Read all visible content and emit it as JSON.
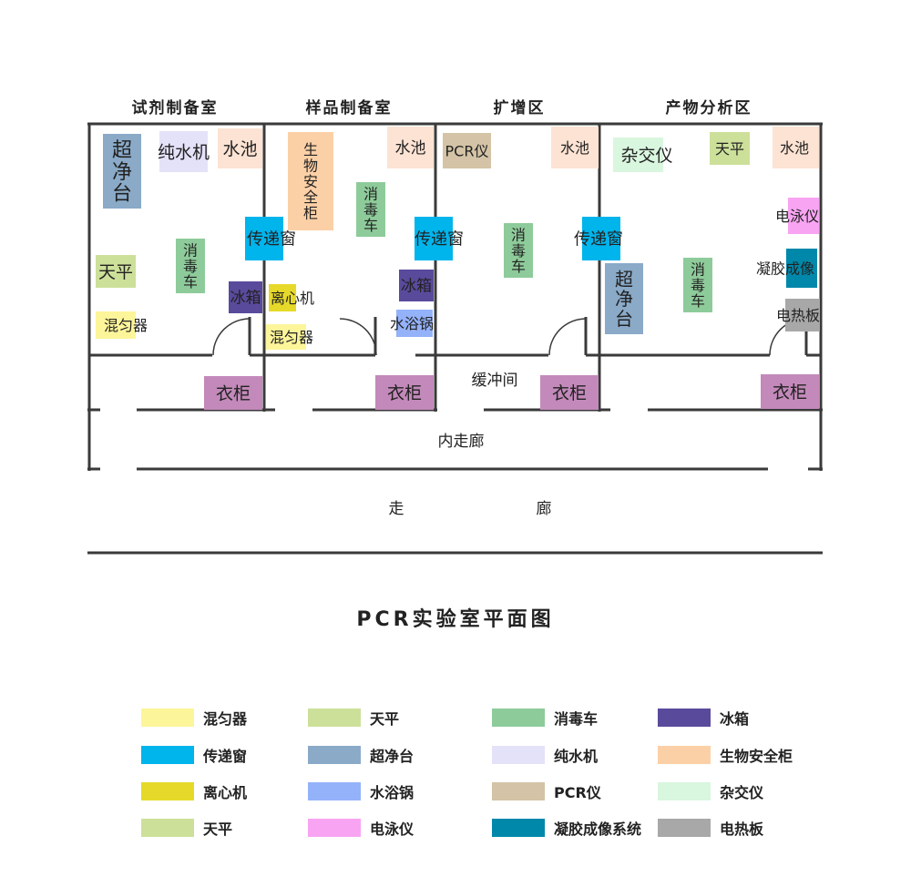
{
  "rooms": [
    {
      "id": "reagent",
      "title": "试剂制备室"
    },
    {
      "id": "sample",
      "title": "样品制备室"
    },
    {
      "id": "amplify",
      "title": "扩增区"
    },
    {
      "id": "analysis",
      "title": "产物分析区"
    }
  ],
  "areas": {
    "buffer": "缓冲间",
    "inner_corridor": "内走廊",
    "corridor_left": "走",
    "corridor_right": "廊"
  },
  "colors": {
    "mixer": "#fdf59a",
    "balance": "#cde09a",
    "disinfection_cart": "#8ecb9a",
    "fridge": "#5a4a9c",
    "pass_window": "#00b4ec",
    "clean_bench": "#8aaac8",
    "water_purifier": "#e4e2f8",
    "biosafety_cabinet": "#fcd0a6",
    "centrifuge": "#e6d92a",
    "water_bath": "#94b2fa",
    "pcr": "#d4c3a6",
    "hybridizer": "#d9f6df",
    "electrophoresis": "#f8a4f2",
    "gel_imaging": "#0088aa",
    "hot_plate": "#a8a8a8",
    "sink": "#fde3d3",
    "wardrobe": "#c389ba"
  },
  "equipment": [
    {
      "key": "chaojingtai1",
      "label": "超净台",
      "color_key": "clean_bench"
    },
    {
      "key": "chunshuiji",
      "label": "纯水机",
      "color_key": "water_purifier"
    },
    {
      "key": "shuichi1",
      "label": "水池",
      "color_key": "sink"
    },
    {
      "key": "tianping1",
      "label": "天平",
      "color_key": "balance"
    },
    {
      "key": "xiaoduche1",
      "label": "消毒车",
      "color_key": "disinfection_cart"
    },
    {
      "key": "bingxiang1",
      "label": "冰箱",
      "color_key": "fridge"
    },
    {
      "key": "hunyunqi1",
      "label": "混匀器",
      "color_key": "mixer"
    },
    {
      "key": "chuandichuang1",
      "label": "传递窗",
      "color_key": "pass_window"
    },
    {
      "key": "yigui1",
      "label": "衣柜",
      "color_key": "wardrobe"
    },
    {
      "key": "shengwuanquangui",
      "label": "生物安全柜",
      "color_key": "biosafety_cabinet"
    },
    {
      "key": "shuichi2",
      "label": "水池",
      "color_key": "sink"
    },
    {
      "key": "xiaoduche2",
      "label": "消毒车",
      "color_key": "disinfection_cart"
    },
    {
      "key": "bingxiang2",
      "label": "冰箱",
      "color_key": "fridge"
    },
    {
      "key": "lixinji",
      "label": "离心机",
      "color_key": "centrifuge"
    },
    {
      "key": "shuiyuguo",
      "label": "水浴锅",
      "color_key": "water_bath"
    },
    {
      "key": "hunyunqi2",
      "label": "混匀器",
      "color_key": "mixer"
    },
    {
      "key": "chuandichuang2",
      "label": "传递窗",
      "color_key": "pass_window"
    },
    {
      "key": "yigui2",
      "label": "衣柜",
      "color_key": "wardrobe"
    },
    {
      "key": "pcryi",
      "label": "PCR仪",
      "color_key": "pcr"
    },
    {
      "key": "shuichi3",
      "label": "水池",
      "color_key": "sink"
    },
    {
      "key": "xiaoduche3",
      "label": "消毒车",
      "color_key": "disinfection_cart"
    },
    {
      "key": "chuandichuang3",
      "label": "传递窗",
      "color_key": "pass_window"
    },
    {
      "key": "yigui3",
      "label": "衣柜",
      "color_key": "wardrobe"
    },
    {
      "key": "zajiaoyi",
      "label": "杂交仪",
      "color_key": "hybridizer"
    },
    {
      "key": "tianping2",
      "label": "天平",
      "color_key": "balance"
    },
    {
      "key": "shuichi4",
      "label": "水池",
      "color_key": "sink"
    },
    {
      "key": "dianyongyi",
      "label": "电泳仪",
      "color_key": "electrophoresis"
    },
    {
      "key": "ningjiao",
      "label": "凝胶成像",
      "color_key": "gel_imaging"
    },
    {
      "key": "dianreban",
      "label": "电热板",
      "color_key": "hot_plate"
    },
    {
      "key": "chaojingtai2",
      "label": "超净台",
      "color_key": "clean_bench"
    },
    {
      "key": "xiaoduche4",
      "label": "消毒车",
      "color_key": "disinfection_cart"
    },
    {
      "key": "yigui4",
      "label": "衣柜",
      "color_key": "wardrobe"
    }
  ],
  "title": "PCR实验室平面图",
  "legend": [
    {
      "label": "混匀器",
      "color": "#fdf59a"
    },
    {
      "label": "天平",
      "color": "#cde09a"
    },
    {
      "label": "消毒车",
      "color": "#8ecb9a"
    },
    {
      "label": "冰箱",
      "color": "#5a4a9c"
    },
    {
      "label": "传递窗",
      "color": "#00b4ec"
    },
    {
      "label": "超净台",
      "color": "#8aaac8"
    },
    {
      "label": "纯水机",
      "color": "#e4e2f8"
    },
    {
      "label": "生物安全柜",
      "color": "#fcd0a6"
    },
    {
      "label": "离心机",
      "color": "#e6d92a"
    },
    {
      "label": "水浴锅",
      "color": "#94b2fa"
    },
    {
      "label": "PCR仪",
      "color": "#d4c3a6"
    },
    {
      "label": "杂交仪",
      "color": "#d9f6df"
    },
    {
      "label": "天平",
      "color": "#cde09a"
    },
    {
      "label": "电泳仪",
      "color": "#f8a4f2"
    },
    {
      "label": "凝胶成像系统",
      "color": "#0088aa"
    },
    {
      "label": "电热板",
      "color": "#a8a8a8"
    }
  ]
}
